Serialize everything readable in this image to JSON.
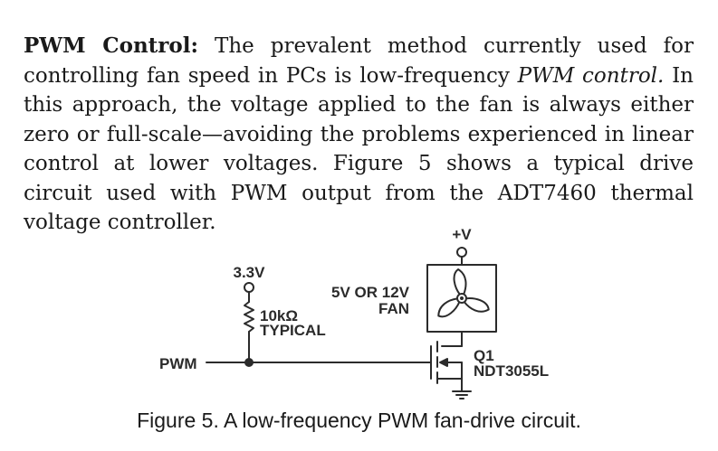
{
  "body": {
    "heading": "PWM Control:",
    "text_1": " The prevalent method currently used for controlling fan speed in PCs is low-frequency ",
    "emphasis": "PWM control.",
    "text_2": " In this approach, the voltage applied to the fan is always either zero or full-scale—avoiding the problems experienced in linear control at lower voltages. Figure 5 shows a typical drive circuit used with PWM output from the ADT7460 thermal voltage controller."
  },
  "figure": {
    "labels": {
      "supply_plus_v": "+V",
      "supply_3v3": "3.3V",
      "resistor_value": "10kΩ",
      "resistor_note": "TYPICAL",
      "fan_line_1": "5V OR 12V",
      "fan_line_2": "FAN",
      "pwm_input": "PWM",
      "transistor_ref": "Q1",
      "transistor_part": "NDT3055L"
    },
    "caption": "Figure 5. A low-frequency PWM fan-drive circuit."
  }
}
